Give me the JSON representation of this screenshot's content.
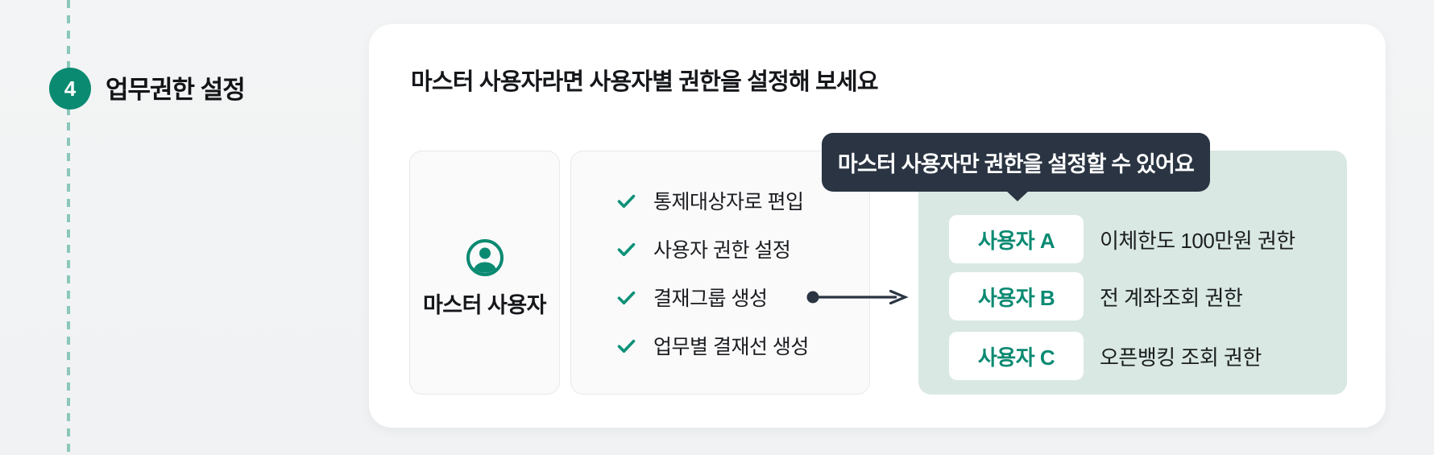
{
  "step": {
    "number": "4",
    "label": "업무권한 설정"
  },
  "card": {
    "title": "마스터 사용자라면 사용자별 권한을 설정해 보세요",
    "master_box": {
      "icon": "person-circle-icon",
      "label": "마스터 사용자"
    },
    "capabilities": [
      "통제대상자로 편입",
      "사용자 권한 설정",
      "결재그룹 생성",
      "업무별 결재선 생성"
    ],
    "tooltip": "마스터 사용자만 권한을 설정할 수 있어요",
    "users": [
      {
        "name": "사용자 A",
        "permission": "이체한도 100만원 권한"
      },
      {
        "name": "사용자 B",
        "permission": "전 계좌조회 권한"
      },
      {
        "name": "사용자 C",
        "permission": "오픈뱅킹 조회 권한"
      }
    ]
  },
  "colors": {
    "accent_teal": "#0b8a72",
    "dash_teal": "#8bc7ba",
    "tooltip_navy": "#2a3442",
    "panel_green": "#d9e8e2",
    "page_bg": "#f1f3f4"
  }
}
